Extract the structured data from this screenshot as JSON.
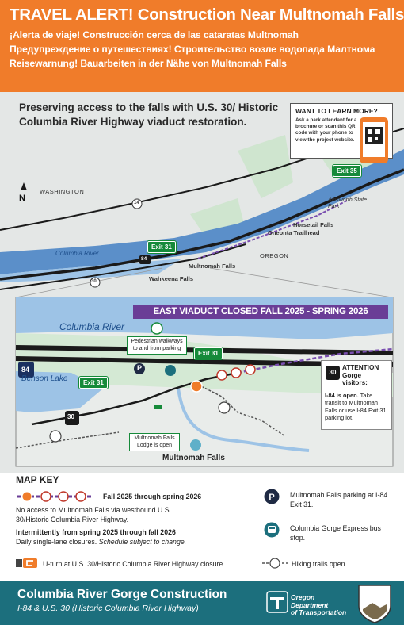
{
  "header": {
    "title": "TRAVEL ALERT! Construction Near Multnomah Falls",
    "spanish": "¡Alerta de viaje! Construcción cerca de las cataratas Multnomah",
    "russian": "Предупреждение о путешествиях! Строительство возле водопада Малтнома",
    "german": "Reisewarnung! Bauarbeiten in der Nähe von Multnomah Falls"
  },
  "intro": "Preserving access to the falls with U.S. 30/ Historic Columbia River Highway viaduct restoration.",
  "qr": {
    "heading": "WANT TO LEARN MORE?",
    "text": "Ask a park attendant for a brochure or scan this QR code with your phone to view the project website."
  },
  "overview_map": {
    "north": "N",
    "washington": "WASHINGTON",
    "oregon": "OREGON",
    "columbia_river": "Columbia River",
    "exit_35": "Exit 35",
    "exit_31": "Exit 31",
    "ainsworth": "Ainsworth State Park",
    "horsetail": "Horsetail Falls",
    "oneonta": "Oneonta Trailhead",
    "multnomah": "Multnomah Falls",
    "wahkeena": "Wahkeena Falls",
    "route_14": "14",
    "route_84": "84",
    "route_30": "30"
  },
  "detail_map": {
    "banner": "EAST VIADUCT CLOSED FALL 2025 - SPRING 2026",
    "columbia_river": "Columbia River",
    "benson_lake": "Benson Lake",
    "multnomah_falls": "Multnomah Falls",
    "exit_31_left": "Exit 31",
    "exit_31_right": "Exit 31",
    "route_84": "84",
    "route_30": "30",
    "parking_letter": "P",
    "pedestrian_callout": "Pedestrian walkways to and from parking",
    "lodge_callout": "Multnomah Falls Lodge is open",
    "attention": {
      "shield": "30",
      "heading": "ATTENTION Gorge visitors:",
      "bold": "I-84 is open.",
      "text": "Take transit to Multnomah Falls or use I-84 Exit 31 parking lot."
    }
  },
  "map_key": {
    "title": "MAP KEY",
    "closure_period": "Fall 2025 through spring 2026",
    "closure_text": "No access to Multnomah Falls via westbound U.S. 30/Historic Columbia River Highway.",
    "intermittent_period": "Intermittently from spring 2025 through fall 2026",
    "intermittent_text": "Daily single-lane closures.",
    "intermittent_note": "Schedule subject to change.",
    "uturn": "U-turn at U.S. 30/Historic Columbia River Highway closure.",
    "parking": "Multnomah Falls parking at I-84 Exit 31.",
    "bus": "Columbia Gorge Express bus stop.",
    "trails": "Hiking trails open."
  },
  "footer": {
    "title": "Columbia River Gorge Construction",
    "subtitle": "I-84 & U.S. 30 (Historic Columbia River Highway)",
    "odot_line1": "Oregon",
    "odot_line2": "Department",
    "odot_line3": "of Transportation"
  },
  "colors": {
    "header_orange": "#f07c2a",
    "closure_purple": "#6a3d96",
    "exit_green": "#168a3a",
    "footer_teal": "#1c6f7d",
    "river_blue": "#5b8fc9"
  }
}
